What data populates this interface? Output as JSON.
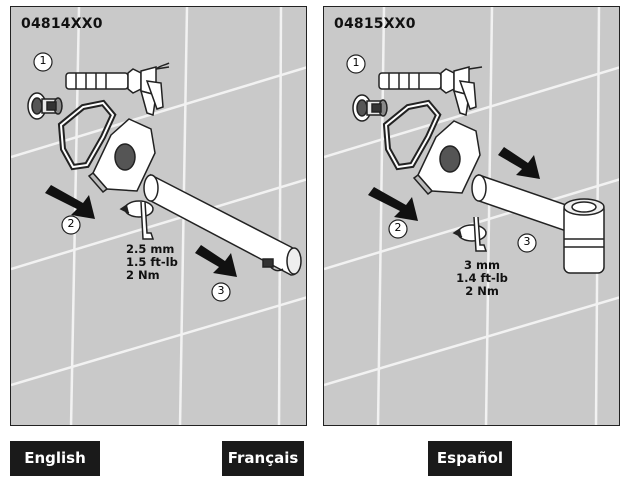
{
  "panels": [
    {
      "model": "04814XX0",
      "steps": [
        "1",
        "2",
        "3"
      ],
      "torque": [
        "2.5 mm",
        "1.5 ft-lb",
        "2 Nm"
      ]
    },
    {
      "model": "04815XX0",
      "steps": [
        "1",
        "2",
        "3"
      ],
      "torque": [
        "3 mm",
        "1.4 ft-lb",
        "2 Nm"
      ]
    }
  ],
  "languages": {
    "english": "English",
    "french": "Français",
    "spanish": "Español"
  },
  "colors": {
    "tile_background": "#c9c9c9",
    "grout_lines": "#f2f2f2",
    "outline": "#222222",
    "language_tab": "#1a1a1a"
  },
  "icons": [
    "caulk-gun-icon",
    "arrow-icon",
    "rotation-icon",
    "hex-key-icon"
  ]
}
